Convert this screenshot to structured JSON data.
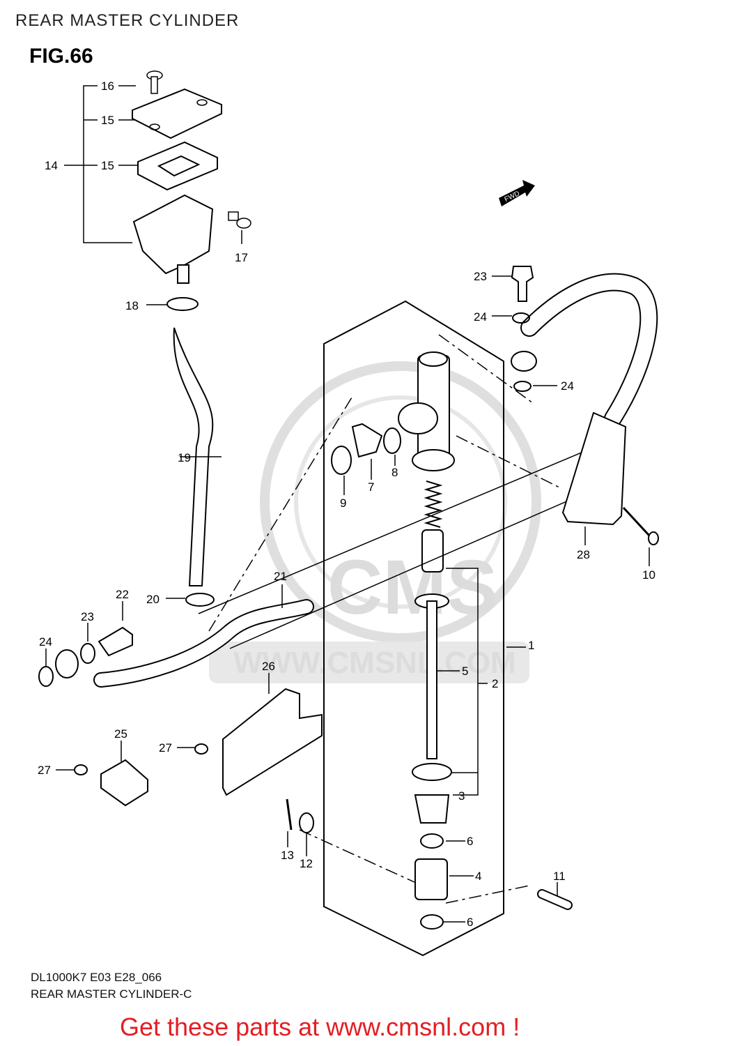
{
  "header": {
    "title": "REAR MASTER CYLINDER"
  },
  "figure": {
    "label": "FIG.66"
  },
  "direction_marker": "FWD",
  "watermark": {
    "logo_text": "CMS",
    "url_text": "WWW.CMSNL.COM"
  },
  "parts": [
    {
      "id": "p1",
      "num": "1"
    },
    {
      "id": "p2",
      "num": "2"
    },
    {
      "id": "p3",
      "num": "3"
    },
    {
      "id": "p4",
      "num": "4"
    },
    {
      "id": "p5",
      "num": "5"
    },
    {
      "id": "p6a",
      "num": "6"
    },
    {
      "id": "p6b",
      "num": "6"
    },
    {
      "id": "p7",
      "num": "7"
    },
    {
      "id": "p8",
      "num": "8"
    },
    {
      "id": "p9",
      "num": "9"
    },
    {
      "id": "p10",
      "num": "10"
    },
    {
      "id": "p11",
      "num": "11"
    },
    {
      "id": "p12",
      "num": "12"
    },
    {
      "id": "p13",
      "num": "13"
    },
    {
      "id": "p14",
      "num": "14"
    },
    {
      "id": "p15",
      "num": "15"
    },
    {
      "id": "p16",
      "num": "16"
    },
    {
      "id": "p17",
      "num": "17"
    },
    {
      "id": "p18",
      "num": "18"
    },
    {
      "id": "p19",
      "num": "19"
    },
    {
      "id": "p20",
      "num": "20"
    },
    {
      "id": "p21",
      "num": "21"
    },
    {
      "id": "p22",
      "num": "22"
    },
    {
      "id": "p23a",
      "num": "23"
    },
    {
      "id": "p23b",
      "num": "23"
    },
    {
      "id": "p24a",
      "num": "24"
    },
    {
      "id": "p24b",
      "num": "24"
    },
    {
      "id": "p24c",
      "num": "24"
    },
    {
      "id": "p24d",
      "num": "24"
    },
    {
      "id": "p25",
      "num": "25"
    },
    {
      "id": "p26",
      "num": "26"
    },
    {
      "id": "p27a",
      "num": "27"
    },
    {
      "id": "p27b",
      "num": "27"
    },
    {
      "id": "p28",
      "num": "28"
    }
  ],
  "footer": {
    "model_code": "DL1000K7 E03 E28_066",
    "diagram_name": "REAR MASTER CYLINDER-C",
    "call_to_action": "Get these parts at www.cmsnl.com !"
  }
}
